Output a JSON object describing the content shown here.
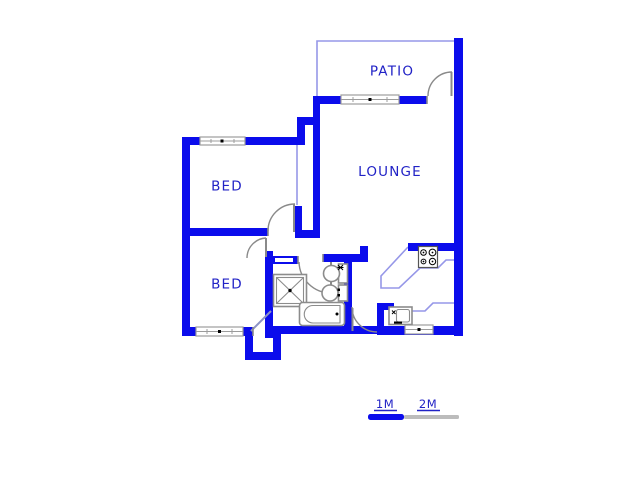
{
  "rooms": {
    "patio": "PATIO",
    "lounge": "LOUNGE",
    "bed1": "BED",
    "bed2": "BED"
  },
  "scale_bar": {
    "label_1m": "1M",
    "label_2m": "2M"
  },
  "fixtures": [
    "shower",
    "toilet",
    "basin",
    "bathtub",
    "stove",
    "kitchen-sink"
  ],
  "colors": {
    "wall": "#0b0cec",
    "thin_line": "#9697e8",
    "label_text": "#2122c6",
    "fixture_gray": "#8c8c8c",
    "window_frame": "#9c9c9c",
    "detail_black": "#000000",
    "scale_gray": "#bcbcbc",
    "background": "#ffffff",
    "door_gray": "#8a8a8a",
    "entry_leaf": "#8d93c4"
  }
}
